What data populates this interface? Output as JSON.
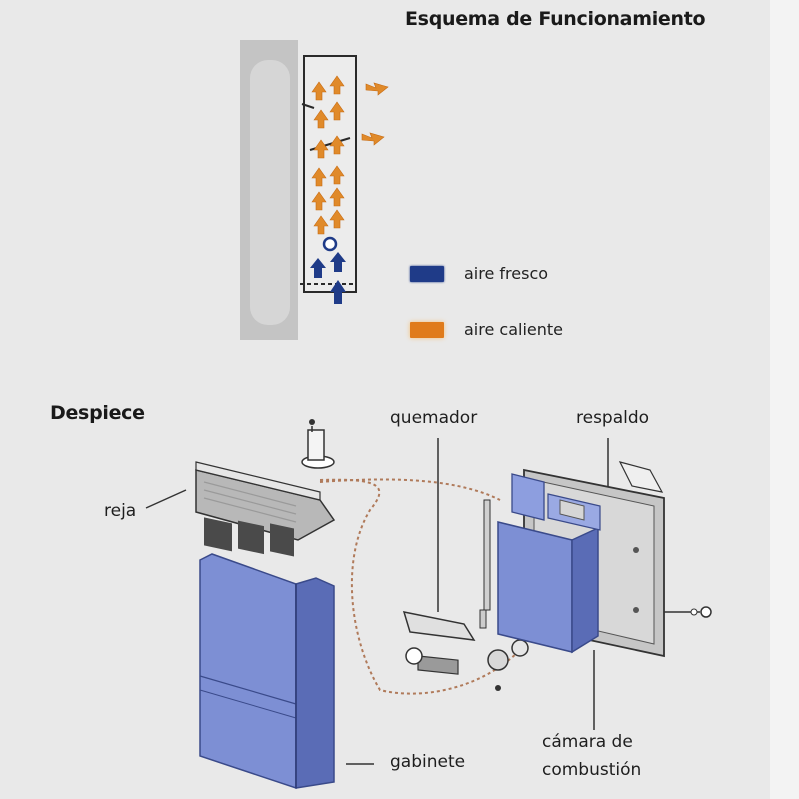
{
  "diagram_title": "Esquema de Funcionamiento",
  "legend": [
    {
      "label": "aire fresco",
      "color": "#1f3b88"
    },
    {
      "label": "aire caliente",
      "color": "#e07b1a"
    }
  ],
  "section_title": "Despiece",
  "parts": {
    "reja": "reja",
    "quemador": "quemador",
    "respaldo": "respaldo",
    "gabinete": "gabinete",
    "camara_line1": "cámara de",
    "camara_line2": "combustión"
  },
  "colors": {
    "background": "#e9e9e9",
    "panel_blue": "#7d8fd4",
    "panel_blue_dark": "#5a6cb6",
    "fresh_air": "#1f3b88",
    "hot_air": "#e07b1a"
  }
}
